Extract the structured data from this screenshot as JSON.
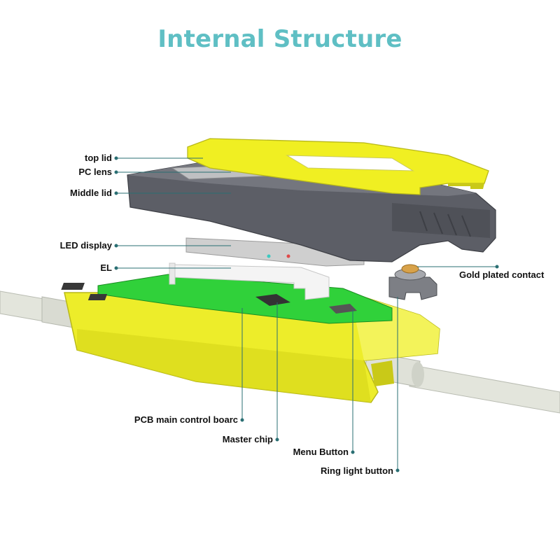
{
  "title": "Internal Structure",
  "labels": {
    "top_lid": "top lid",
    "pc_lens": "PC lens",
    "middle_lid": "Middle lid",
    "led_display": "LED display",
    "el": "EL",
    "gold_contact": "Gold plated contact",
    "pcb": "PCB main control boarc",
    "master_chip": "Master chip",
    "menu_button": "Menu Button",
    "ring_light_button": "Ring light button"
  },
  "colors": {
    "title": "#5fbfc4",
    "leader": "#2a6f73",
    "yellow": "#ecec20",
    "grey_body": "#5c5e66",
    "pcb_green": "#2fd03a",
    "cable": "#e6e8df",
    "gold": "#d8a24a"
  }
}
